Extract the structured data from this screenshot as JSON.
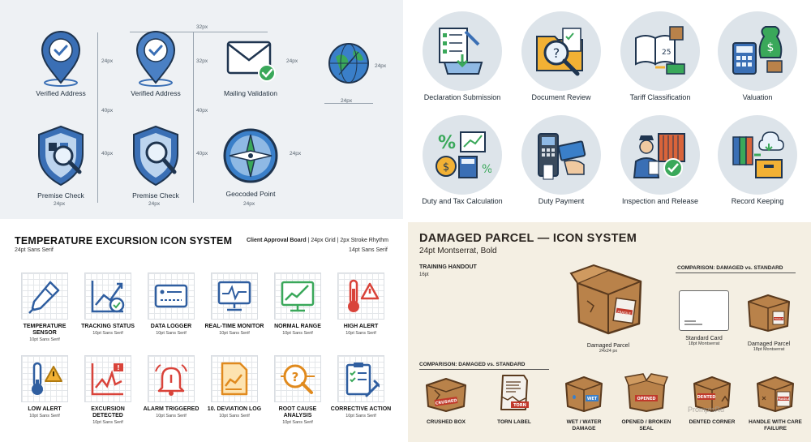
{
  "top_left": {
    "icons": [
      {
        "label": "Verified Address",
        "icon": "verified-address-pin-icon"
      },
      {
        "label": "Verified Address",
        "icon": "verified-address-pin-outline-icon"
      },
      {
        "label": "Mailing Validation",
        "icon": "mailing-envelope-icon"
      },
      {
        "label": "",
        "icon": "globe-compass-icon"
      },
      {
        "label": "Premise Check",
        "icon": "premise-shield-icon"
      },
      {
        "label": "Premise Check",
        "icon": "premise-shield-alt-icon"
      },
      {
        "label": "Geocoded Point",
        "icon": "geocoded-compass-icon"
      }
    ],
    "dims": {
      "w32": "32px",
      "h24": "24px",
      "h40": "40px"
    },
    "colors": {
      "blue": "#3a6fb5",
      "navy": "#1f3550",
      "green": "#3aa85a",
      "light": "#bcd4ee"
    }
  },
  "top_right": {
    "items": [
      {
        "label": "Declaration Submission",
        "icon": "declaration-submission-icon"
      },
      {
        "label": "Document Review",
        "icon": "document-review-icon"
      },
      {
        "label": "Tariff Classification",
        "icon": "tariff-classification-icon"
      },
      {
        "label": "Valuation",
        "icon": "valuation-icon"
      },
      {
        "label": "Duty and Tax Calculation",
        "icon": "duty-tax-calculation-icon"
      },
      {
        "label": "Duty Payment",
        "icon": "duty-payment-icon"
      },
      {
        "label": "Inspection and Release",
        "icon": "inspection-release-icon"
      },
      {
        "label": "Record Keeping",
        "icon": "record-keeping-icon"
      }
    ]
  },
  "bottom_left": {
    "title": "TEMPERATURE EXCURSION ICON SYSTEM",
    "subtitle": "24pt Sans Serif",
    "board_bold": "Client Approval Board",
    "board_rest": " | 24px Grid | 2px Stroke Rhythm",
    "subtitle_right": "14pt Sans Serif",
    "caption": "10pt Sans Serif",
    "icons": [
      {
        "name": "TEMPERATURE SENSOR",
        "icon": "temperature-sensor-icon"
      },
      {
        "name": "TRACKING STATUS",
        "icon": "tracking-status-icon"
      },
      {
        "name": "DATA LOGGER",
        "icon": "data-logger-icon"
      },
      {
        "name": "REAL-TIME MONITOR",
        "icon": "realtime-monitor-icon"
      },
      {
        "name": "NORMAL RANGE",
        "icon": "normal-range-icon"
      },
      {
        "name": "HIGH ALERT",
        "icon": "high-alert-icon"
      },
      {
        "name": "LOW ALERT",
        "icon": "low-alert-icon"
      },
      {
        "name": "EXCURSION DETECTED",
        "icon": "excursion-detected-icon"
      },
      {
        "name": "ALARM TRIGGERED",
        "icon": "alarm-bell-icon"
      },
      {
        "name": "10. DEVIATION LOG",
        "icon": "deviation-log-icon"
      },
      {
        "name": "ROOT CAUSE ANALYSIS",
        "icon": "root-cause-magnifier-icon"
      },
      {
        "name": "CORRECTIVE ACTION",
        "icon": "corrective-action-clipboard-icon"
      }
    ]
  },
  "bottom_right": {
    "title": "DAMAGED PARCEL — ICON SYSTEM",
    "subtitle": "24pt Montserrat, Bold",
    "handout": "TRAINING HANDOUT",
    "handout_size": "16pt",
    "comparison": "COMPARISON: DAMAGED vs. STANDARD",
    "main": {
      "caption": "Damaged Parcel",
      "size": "24x24 px",
      "sticker": "FRAGILE"
    },
    "standard": {
      "caption": "Standard Card",
      "font": "18pt Montserrat"
    },
    "compared": {
      "caption": "Damaged Parcel",
      "font": "18pt Montserrat",
      "sticker": "FRAGILE"
    },
    "variants": [
      {
        "label": "CRUSHED BOX",
        "tag": "CRUSHED"
      },
      {
        "label": "TORN LABEL",
        "tag": "TORN"
      },
      {
        "label": "WET / WATER DAMAGE",
        "tag": "WET"
      },
      {
        "label": "OPENED / BROKEN SEAL",
        "tag": "OPENED"
      },
      {
        "label": "DENTED CORNER",
        "tag": "DENTED"
      },
      {
        "label": "HANDLE WITH CARE FAILURE",
        "tag": "FRAGILE"
      }
    ],
    "watermark": "PromptsRu",
    "colors": {
      "box": "#b9824a",
      "box_dark": "#7a5230",
      "tag": "#c0392b"
    }
  }
}
